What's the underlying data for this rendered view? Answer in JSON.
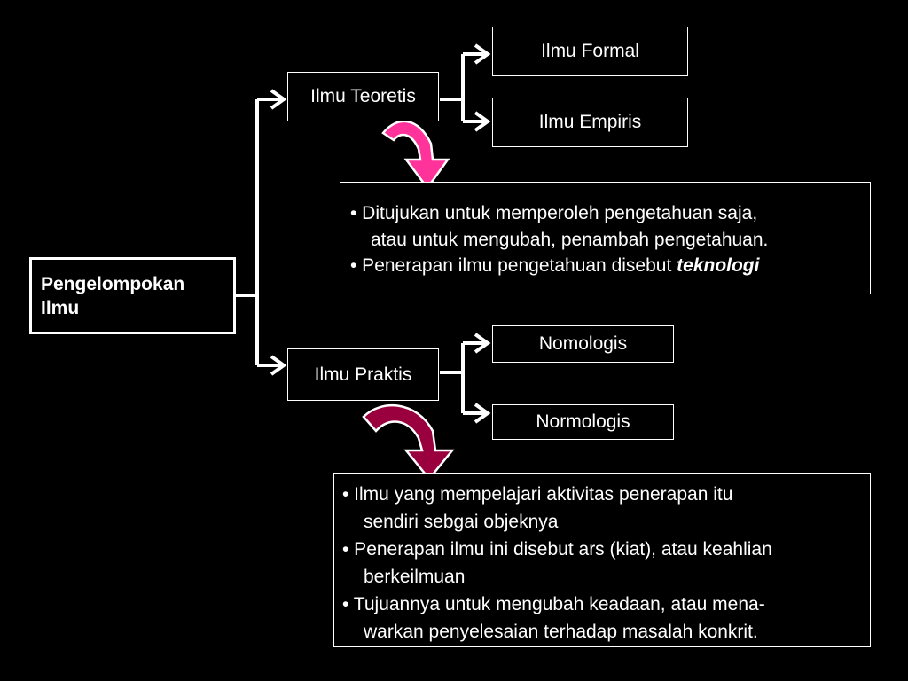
{
  "diagram": {
    "root": {
      "line1": "Pengelompokan",
      "line2": "Ilmu"
    },
    "teoretis": {
      "label": "Ilmu Teoretis",
      "children": [
        "Ilmu Formal",
        "Ilmu Empiris"
      ],
      "notes": {
        "b1_l1": "• Ditujukan untuk memperoleh pengetahuan saja,",
        "b1_l2": "atau untuk mengubah, penambah pengetahuan.",
        "b2_pre": "• Penerapan ilmu pengetahuan disebut ",
        "b2_em": "teknologi"
      },
      "arrow_color": "#ff3399"
    },
    "praktis": {
      "label": "Ilmu Praktis",
      "children": [
        "Nomologis",
        "Normologis"
      ],
      "notes": {
        "b1_l1": "• Ilmu yang mempelajari aktivitas penerapan itu",
        "b1_l2": "sendiri sebgai objeknya",
        "b2_l1": "• Penerapan ilmu ini disebut ars (kiat), atau keahlian",
        "b2_l2": "berkeilmuan",
        "b3_l1": "• Tujuannya untuk mengubah keadaan, atau mena-",
        "b3_l2": "warkan penyelesaian terhadap masalah konkrit."
      },
      "arrow_color": "#99003d"
    }
  },
  "colors": {
    "background": "#000000",
    "foreground": "#ffffff"
  }
}
